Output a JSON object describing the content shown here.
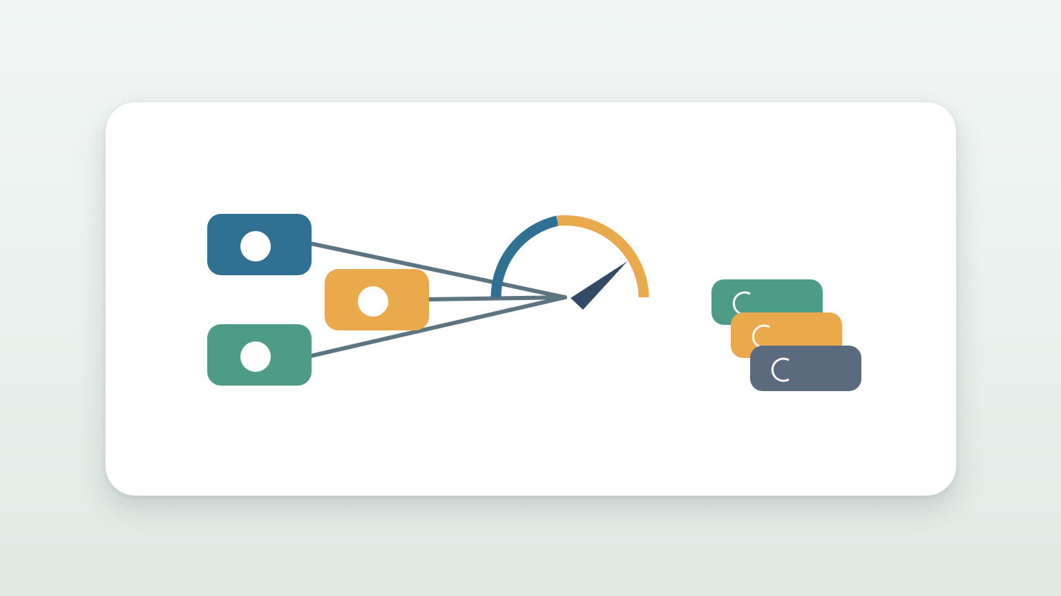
{
  "colors": {
    "background": "#eaf1ee",
    "card": "#ffffff",
    "blue": "#307193",
    "orange": "#eaa94a",
    "green": "#4e9c88",
    "slate": "#5a6b80",
    "connector": "#5d7580",
    "needle": "#334a66",
    "dot": "#ffffff"
  },
  "illustration": {
    "sources": [
      {
        "name": "blue",
        "icon": "dot-icon"
      },
      {
        "name": "orange",
        "icon": "dot-icon"
      },
      {
        "name": "green",
        "icon": "dot-icon"
      }
    ],
    "gauge": {
      "segments": [
        "blue",
        "orange"
      ],
      "needle": "needle-icon"
    },
    "stack": [
      {
        "name": "green",
        "icon": "ring-icon"
      },
      {
        "name": "orange",
        "icon": "ring-icon"
      },
      {
        "name": "slate",
        "icon": "ring-icon"
      }
    ]
  }
}
